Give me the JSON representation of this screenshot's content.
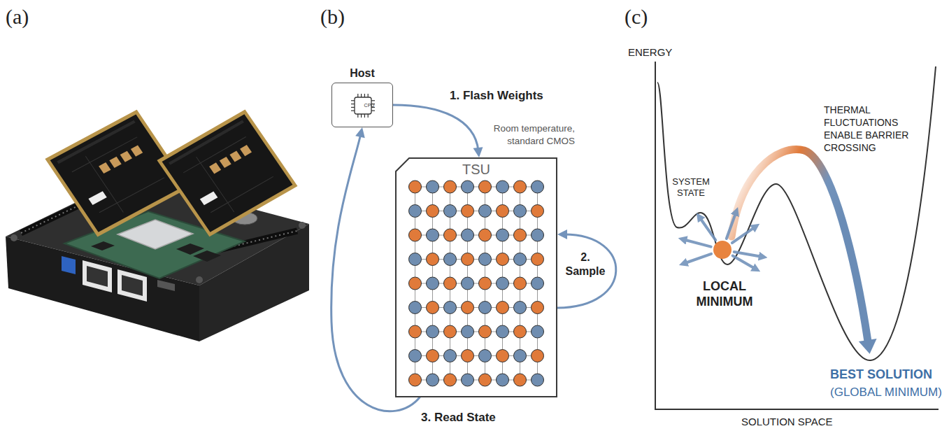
{
  "diagram": {
    "nodes": [
      {
        "text": [
          "Host"
        ]
      },
      {
        "text": [
          "CPU"
        ],
        "in": 0
      },
      {
        "text": [
          "TSU"
        ]
      }
    ],
    "edges": [
      {
        "from": 0,
        "to": 2,
        "label": "1. Flash Weights",
        "arrow": "to"
      },
      {
        "from": 2,
        "to": 2,
        "label": "2. Sample",
        "arrow": "to"
      },
      {
        "from": 2,
        "to": 0,
        "label": "3. Read State",
        "arrow": "to"
      }
    ],
    "labels": [
      "(a)",
      "(b)",
      "(c)",
      "Room temperature, standard CMOS",
      "ENERGY",
      "SYSTEM STATE",
      "LOCAL MINIMUM",
      "THERMAL FLUCTUATIONS ENABLE BARRIER CROSSING",
      "BEST SOLUTION",
      "(GLOBAL MINIMUM)",
      "SOLUTION SPACE"
    ]
  }
}
